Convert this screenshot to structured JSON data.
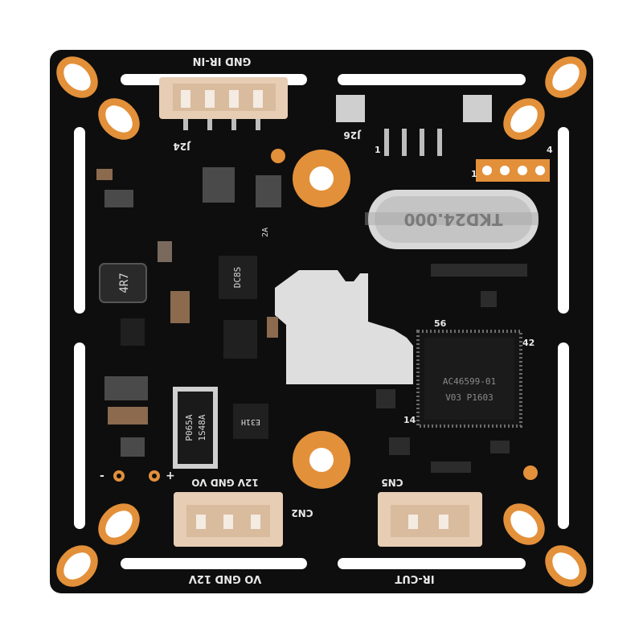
{
  "board": {
    "colors": {
      "solder_mask": "#0e0e0e",
      "silkscreen": "#e8e8e8",
      "copper": "#e3903a",
      "tin": "#cfcfcf",
      "connector": "#e6cdb4",
      "shield": "#dedede"
    }
  },
  "silkscreen": {
    "ir_in_header": "GND IR-IN",
    "j24": "J24",
    "j26": "J26",
    "pin_1": "1",
    "pin_4": "4",
    "cn2": "CN2",
    "cn2_top": "12V  GND  VO",
    "cn2_bottom": "VO GND 12V",
    "cn5": "CN5",
    "ir_cut": "IR-CUT",
    "ic_pin_56": "56",
    "ic_pin_42": "42",
    "ic_pin_14": "14",
    "minus": "-",
    "plus": "+"
  },
  "chips": {
    "main_ic_line1": "AC46599-01",
    "main_ic_line2": "V03  P1603",
    "crystal": "TKD24.000",
    "inductor": "4R7",
    "diode_line1": "P065A",
    "diode_line2": "1S48A",
    "regulator": "DC8S",
    "mosfet": "E31H",
    "small_ic": "2A"
  }
}
